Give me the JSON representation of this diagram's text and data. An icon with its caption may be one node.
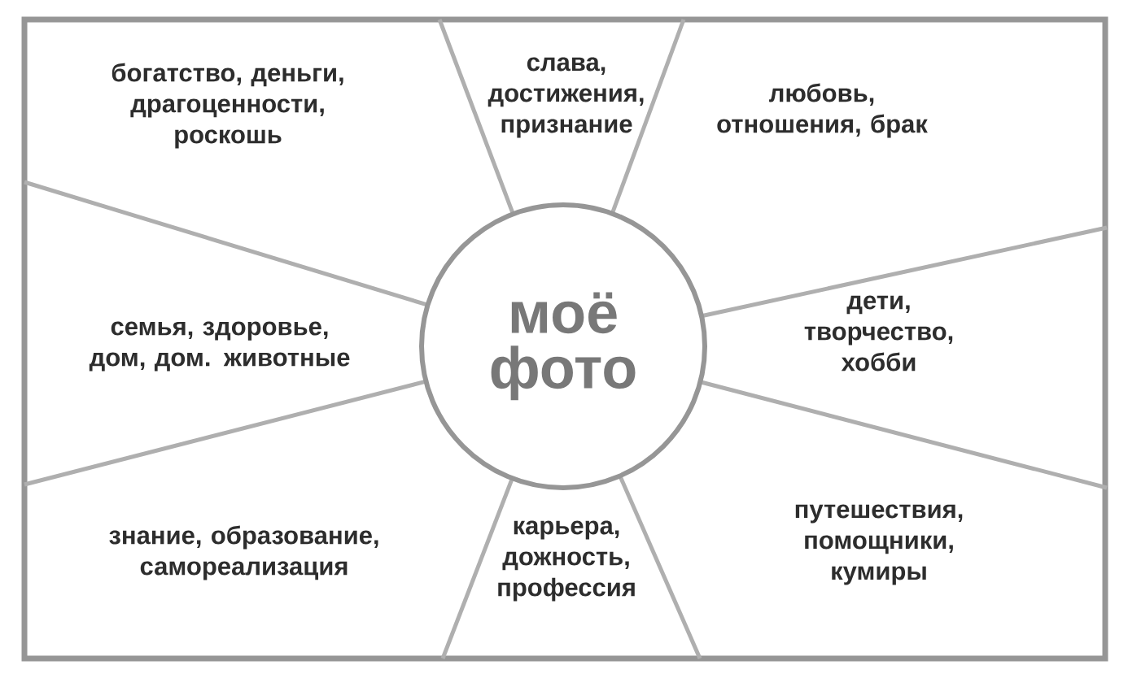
{
  "diagram": {
    "nodes": [
      {
        "text": [
          "богатство, деньги, драгоценности, роскошь"
        ]
      },
      {
        "text": [
          "слава, достижения, признание"
        ]
      },
      {
        "text": [
          "любовь, отношения, брак"
        ]
      },
      {
        "text": [
          "семья, здоровье, дом, дом. животные"
        ]
      },
      {
        "text": [
          "моё фото"
        ]
      },
      {
        "text": [
          "дети, творчество, хобби"
        ]
      },
      {
        "text": [
          "знание, образование, самореализация"
        ]
      },
      {
        "text": [
          "карьера, дожность, профессия"
        ]
      },
      {
        "text": [
          "путешествия, помощники, кумиры"
        ]
      }
    ]
  }
}
